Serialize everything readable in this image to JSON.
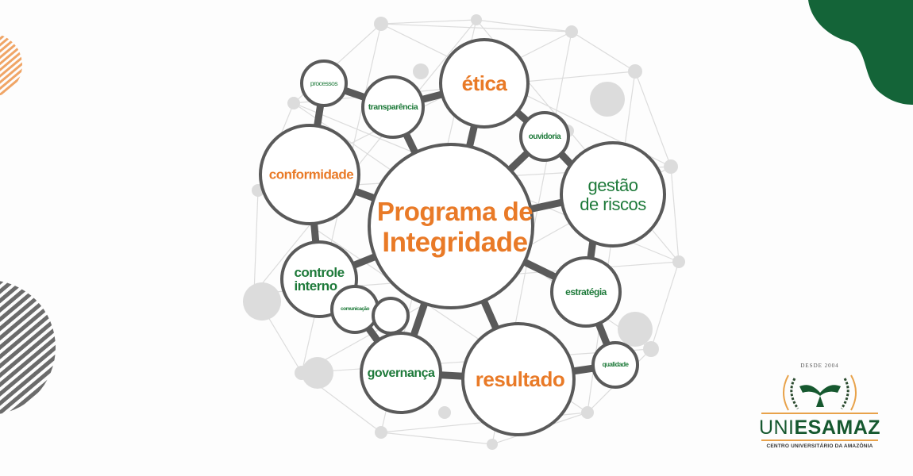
{
  "diagram": {
    "center": {
      "line1": "Programa de",
      "line2": "Integridade"
    },
    "nodes": [
      {
        "id": "etica",
        "label": "ética",
        "color": "orange"
      },
      {
        "id": "conformidade",
        "label": "conformidade",
        "color": "orange"
      },
      {
        "id": "resultado",
        "label": "resultado",
        "color": "orange"
      },
      {
        "id": "gestao",
        "line1": "gestão",
        "line2": "de riscos",
        "color": "green"
      },
      {
        "id": "controle",
        "line1": "controle",
        "line2": "interno",
        "color": "green"
      },
      {
        "id": "governanca",
        "label": "governança",
        "color": "green"
      },
      {
        "id": "estrategia",
        "label": "estratégia",
        "color": "green"
      },
      {
        "id": "transparencia",
        "label": "transparência",
        "color": "green"
      },
      {
        "id": "processos",
        "label": "processos",
        "color": "green"
      },
      {
        "id": "ouvidoria",
        "label": "ouvidoria",
        "color": "green"
      },
      {
        "id": "comunicacao",
        "label": "comunicação",
        "color": "green"
      },
      {
        "id": "qualidade",
        "label": "qualidade",
        "color": "green"
      }
    ]
  },
  "logo": {
    "since": "DESDE 2004",
    "name_light": "UNI",
    "name_bold": "ESAMAZ",
    "subtitle": "CENTRO UNIVERSITÁRIO DA AMAZÔNIA"
  },
  "colors": {
    "orange": "#e97a27",
    "green": "#1e7a3a",
    "brand_green": "#146438",
    "ring": "#5a5a5a",
    "network": "#d6d6d6"
  }
}
